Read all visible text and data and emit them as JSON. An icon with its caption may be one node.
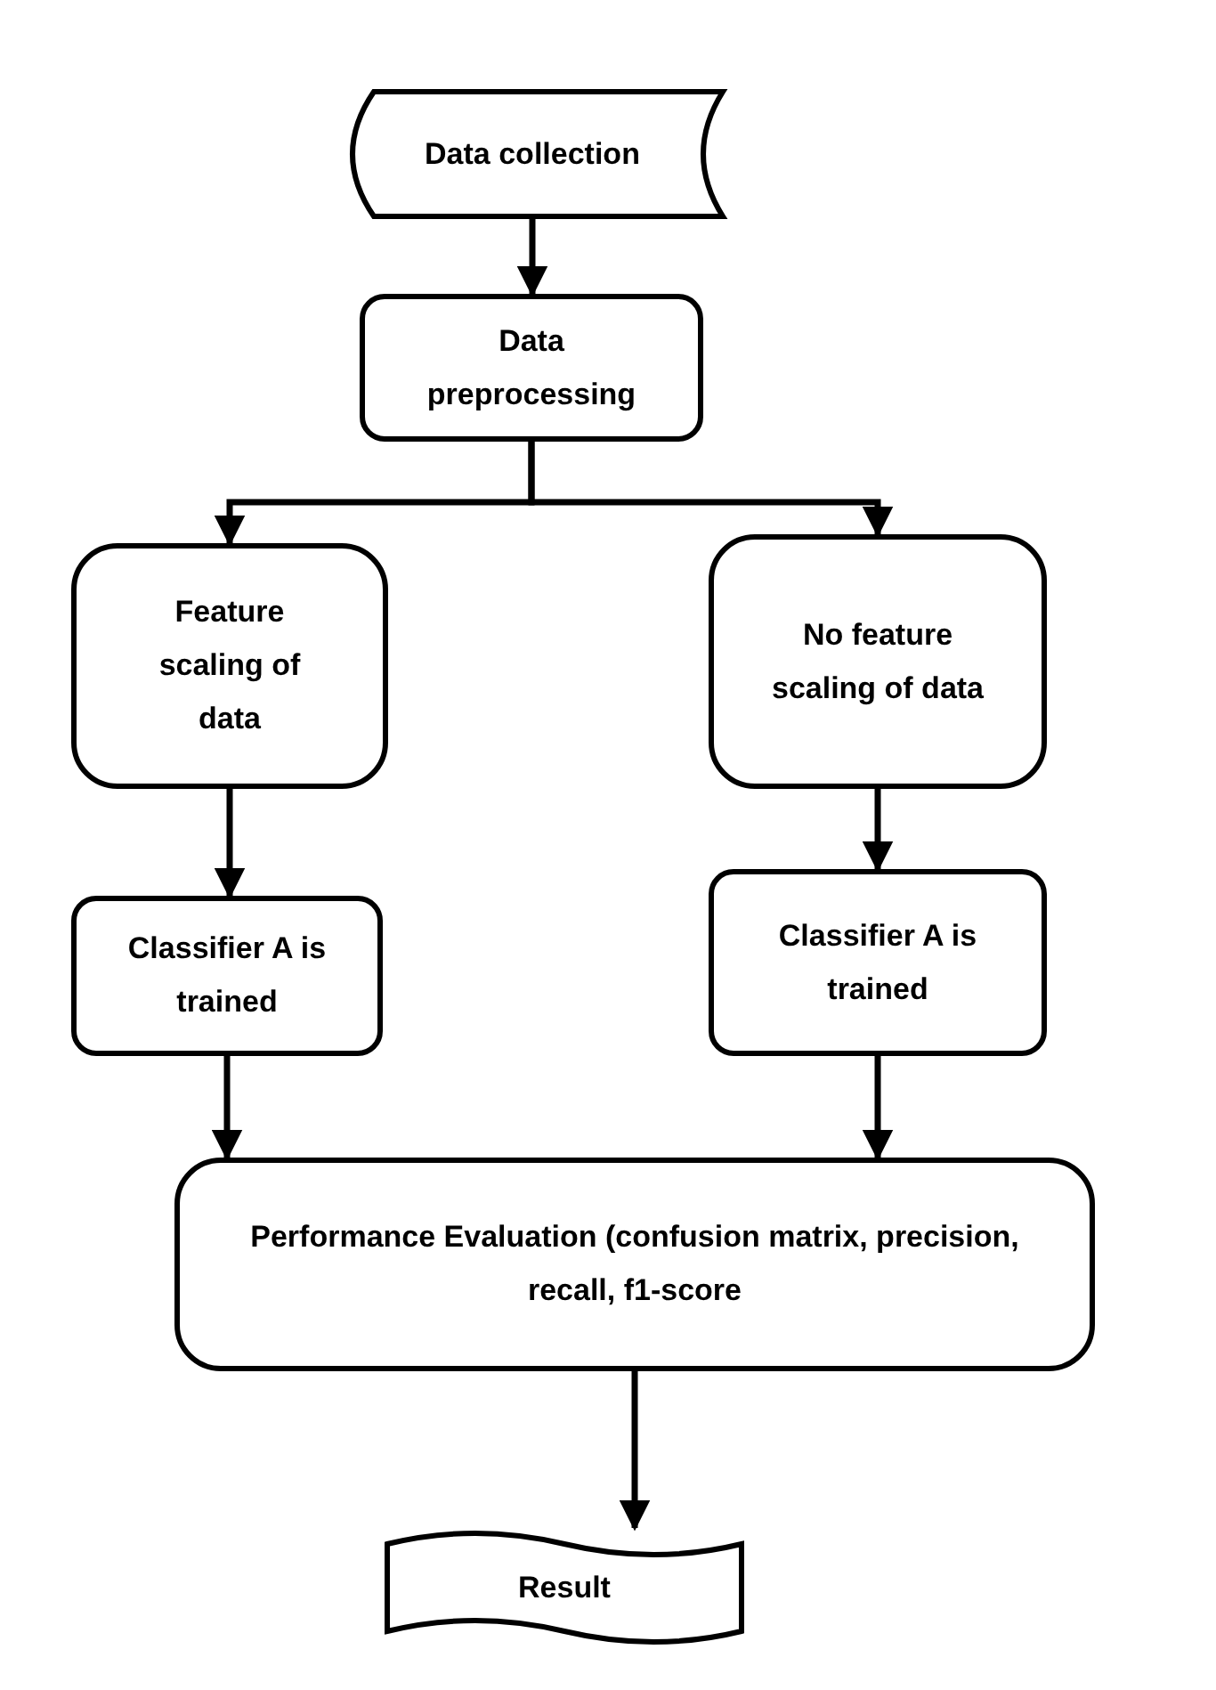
{
  "diagram": {
    "nodes": [
      {
        "text": [
          "Data collection"
        ]
      },
      {
        "text": [
          "Data preprocessing"
        ]
      },
      {
        "text": [
          "Feature scaling of data"
        ]
      },
      {
        "text": [
          "No feature scaling of data"
        ]
      },
      {
        "text": [
          "Classifier A is trained"
        ]
      },
      {
        "text": [
          "Classifier A is trained"
        ]
      },
      {
        "text": [
          "Performance Evaluation (confusion matrix, precision, recall, f1-score"
        ]
      },
      {
        "text": [
          "Result"
        ]
      }
    ],
    "edges": [
      {
        "from": 0,
        "to": 1,
        "arrow": "to"
      },
      {
        "from": 1,
        "to": 2,
        "arrow": "to"
      },
      {
        "from": 1,
        "to": 3,
        "arrow": "to"
      },
      {
        "from": 2,
        "to": 4,
        "arrow": "to"
      },
      {
        "from": 3,
        "to": 5,
        "arrow": "to"
      },
      {
        "from": 4,
        "to": 6,
        "arrow": "to"
      },
      {
        "from": 5,
        "to": 6,
        "arrow": "to"
      },
      {
        "from": 6,
        "to": 7,
        "arrow": "to"
      }
    ]
  }
}
